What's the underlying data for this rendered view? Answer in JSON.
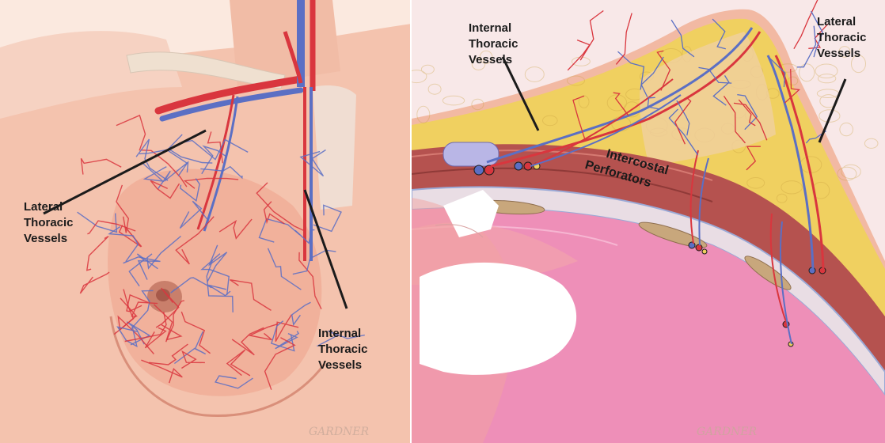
{
  "left_panel": {
    "labels": {
      "lateral": [
        "Lateral",
        "Thoracic",
        "Vessels"
      ],
      "internal": [
        "Internal",
        "Thoracic",
        "Vessels"
      ]
    },
    "signature": "GARDNER"
  },
  "right_panel": {
    "labels": {
      "internal": [
        "Internal",
        "Thoracic",
        "Vessels"
      ],
      "lateral": [
        "Lateral",
        "Thoracic",
        "Vessels"
      ],
      "perforators": [
        "Intercostal",
        "Perforators"
      ]
    },
    "signature": "GARDNER"
  },
  "colors": {
    "artery": "#d9363e",
    "vein": "#5b6fc4",
    "skin": "#f2b9a3",
    "fat": "#f0d060",
    "muscle": "#b5524f",
    "lung": "#ee8fb8"
  }
}
